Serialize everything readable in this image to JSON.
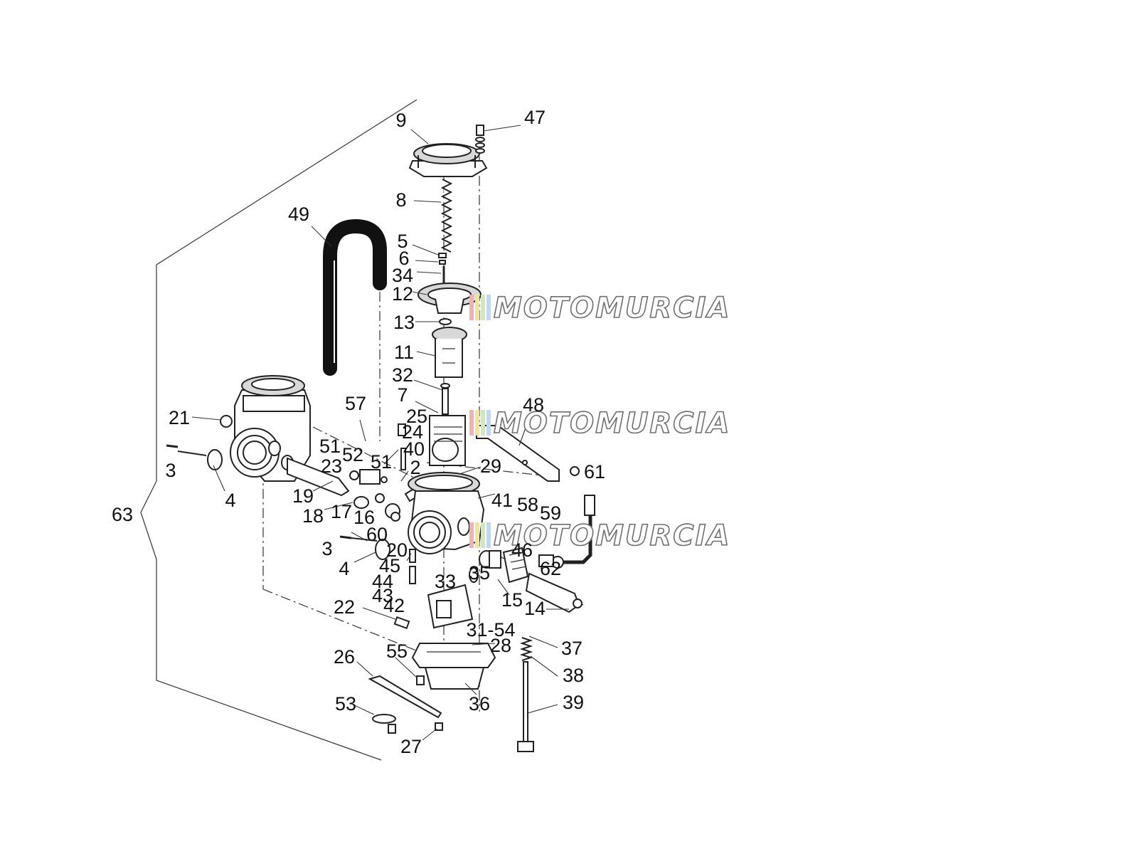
{
  "watermark": {
    "text": "MOTOMURCIA",
    "stripe_colors": [
      "#e8b4b8",
      "#f3e3a0",
      "#cfe8c2",
      "#bfd8ee"
    ]
  },
  "callouts": {
    "c1": "9",
    "c2": "47",
    "c3": "8",
    "c4": "49",
    "c5": "5",
    "c6": "6",
    "c7": "34",
    "c8": "12",
    "c9": "13",
    "c10": "11",
    "c11": "32",
    "c12": "7",
    "c13": "48",
    "c14": "57",
    "c15": "25",
    "c16": "21",
    "c17": "24",
    "c18": "40",
    "c19": "51",
    "c20": "52",
    "c21": "51",
    "c22": "3",
    "c23": "23",
    "c24": "2",
    "c25": "29",
    "c26": "61",
    "c27": "4",
    "c28": "19",
    "c29": "41",
    "c30": "58",
    "c31": "59",
    "c32": "63",
    "c33": "18",
    "c34": "17",
    "c35": "16",
    "c36": "60",
    "c37": "3",
    "c38": "20",
    "c39": "46",
    "c40": "62",
    "c41": "4",
    "c42": "45",
    "c43": "35",
    "c44": "44",
    "c45": "33",
    "c46": "43",
    "c47": "42",
    "c48": "15",
    "c49": "14",
    "c50": "22",
    "c51": "31-54",
    "c52": "28",
    "c53": "37",
    "c54": "26",
    "c55": "55",
    "c56": "38",
    "c57": "36",
    "c58": "39",
    "c59": "53",
    "c60": "27"
  }
}
